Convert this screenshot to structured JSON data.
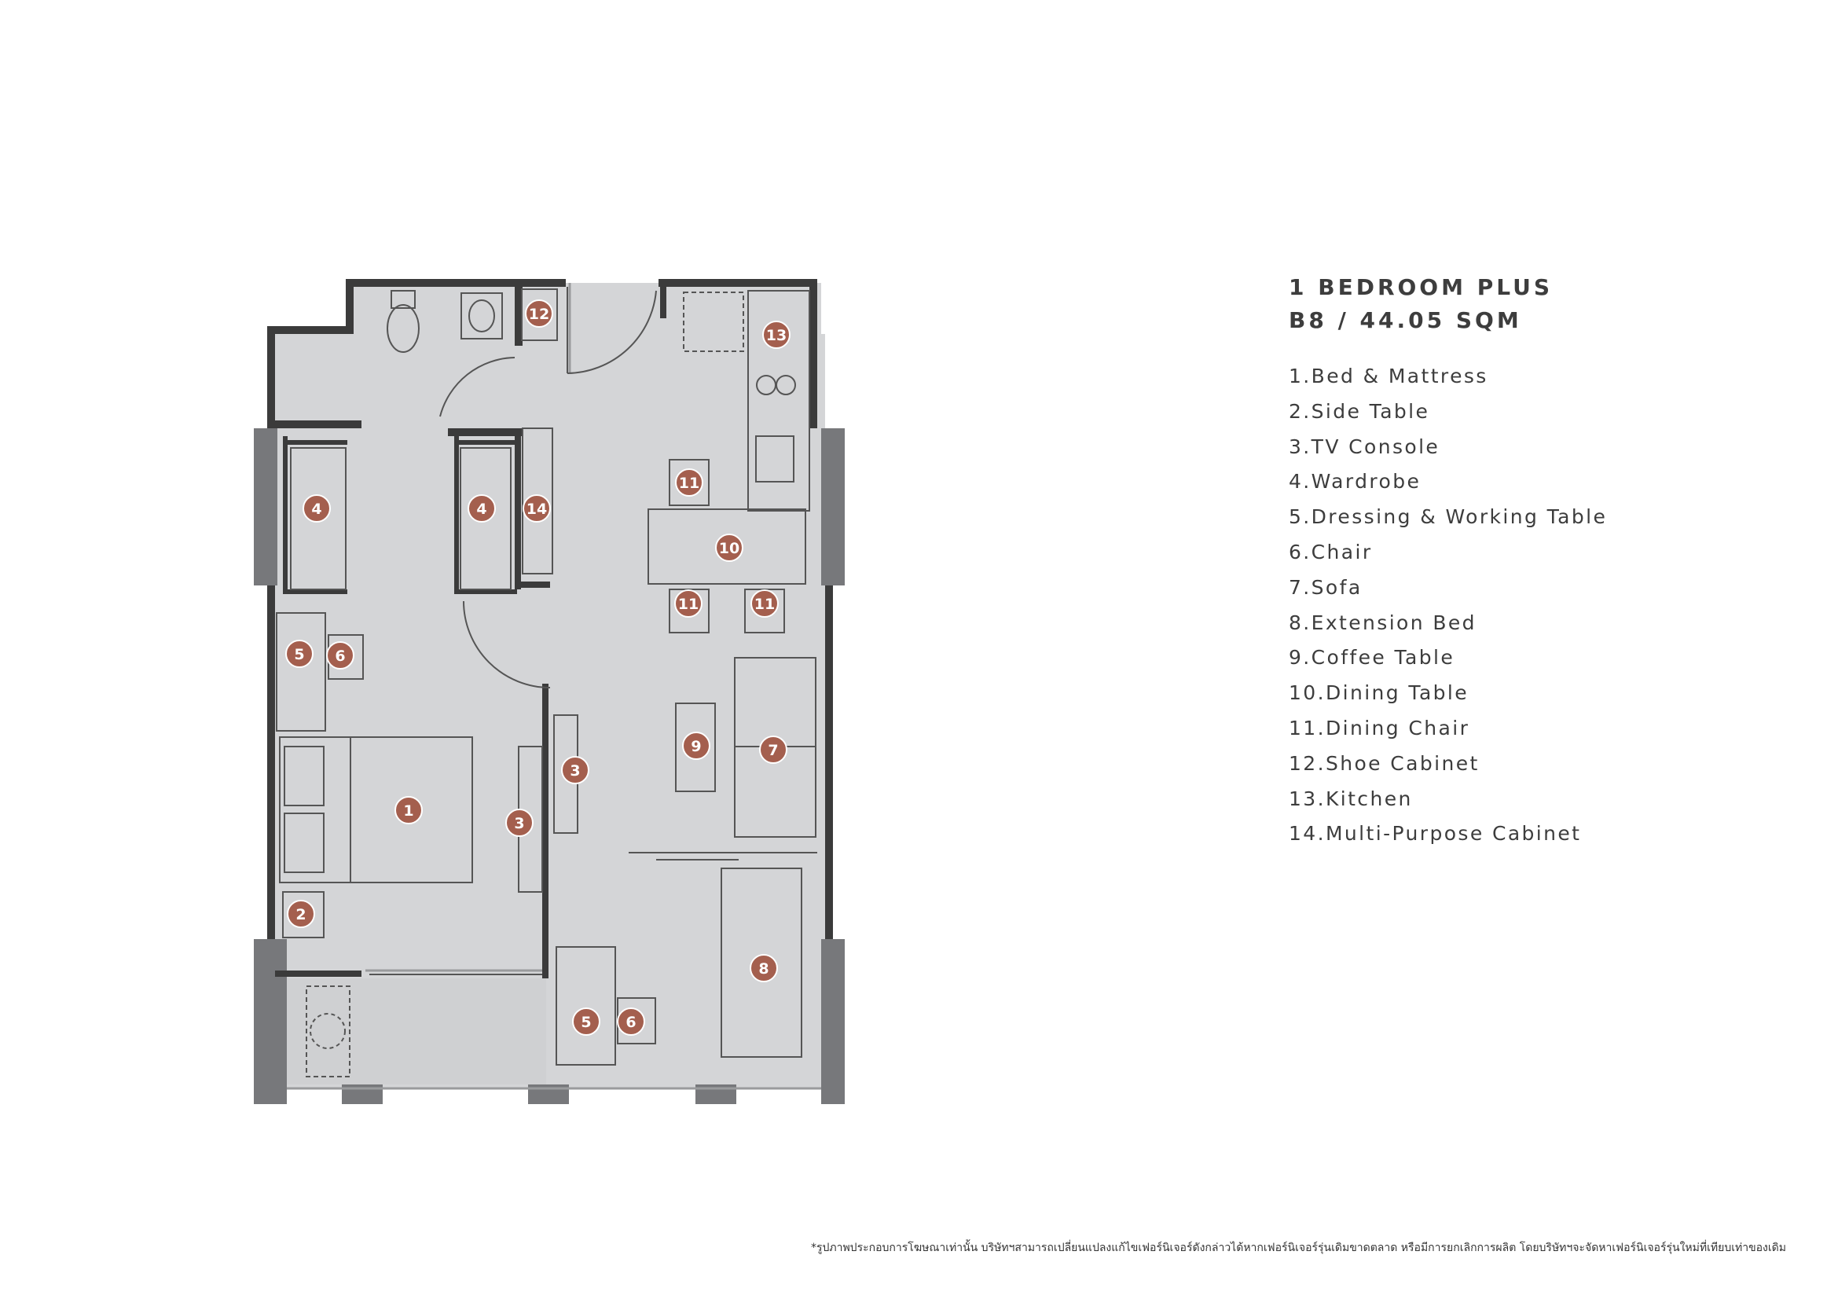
{
  "unit": {
    "title_line1": "1 BEDROOM PLUS",
    "title_line2": "B8 / 44.05 SQM"
  },
  "legend": [
    "1.Bed & Mattress",
    "2.Side Table",
    "3.TV Console",
    "4.Wardrobe",
    "5.Dressing & Working Table",
    "6.Chair",
    "7.Sofa",
    "8.Extension Bed",
    "9.Coffee Table",
    "10.Dining Table",
    "11.Dining Chair",
    "12.Shoe Cabinet",
    "13.Kitchen",
    "14.Multi-Purpose Cabinet"
  ],
  "markers": [
    "1",
    "2",
    "3",
    "3",
    "4",
    "4",
    "5",
    "5",
    "6",
    "6",
    "7",
    "8",
    "9",
    "10",
    "11",
    "11",
    "11",
    "12",
    "13",
    "14"
  ],
  "disclaimer": "*รูปภาพประกอบการโฆษณาเท่านั้น บริษัทฯสามารถเปลี่ยนแปลงแก้ไขเฟอร์นิเจอร์ดังกล่าวได้หากเฟอร์นิเจอร์รุ่นเดิมขาดตลาด หรือมีการยกเลิกการผลิต โดยบริษัทฯจะจัดหาเฟอร์นิเจอร์รุ่นใหม่ที่เทียบเท่าของเดิม",
  "colors": {
    "floor": "#d4d5d7",
    "wall": "#3b3b3b",
    "column": "#77787b",
    "marker": "#a45f4e"
  }
}
